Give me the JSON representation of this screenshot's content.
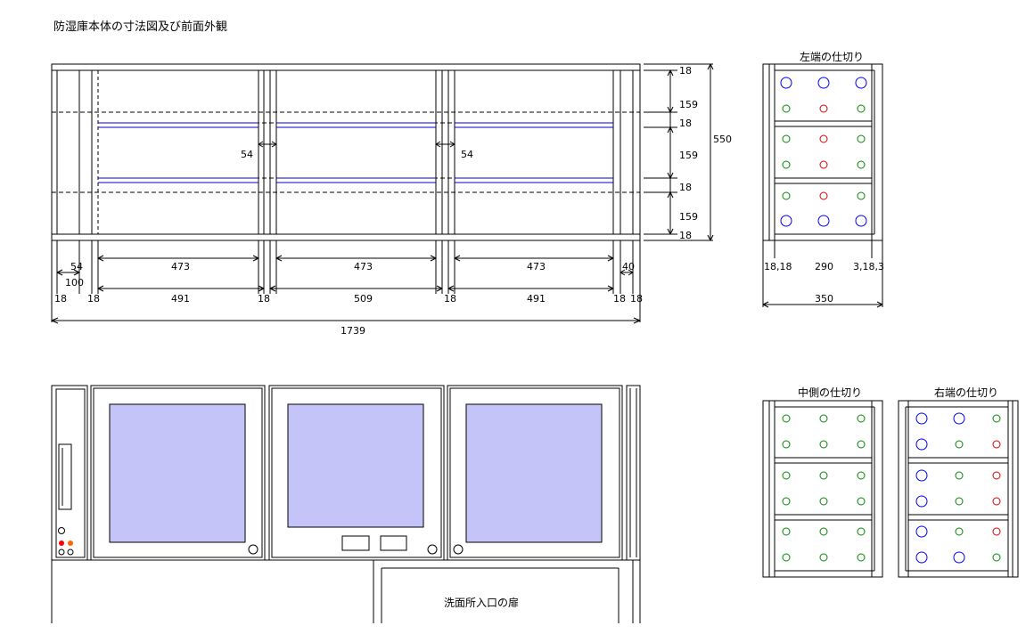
{
  "title": "防湿庫本体の寸法図及び前面外観",
  "panels": {
    "left_end": "左端の仕切り",
    "middle": "中側の仕切り",
    "right_end": "右端の仕切り"
  },
  "door_label": "洗面所入口の扉",
  "dimensions": {
    "d54_left": "54",
    "d54_right": "54",
    "r18_a": "18",
    "r159_a": "159",
    "r18_b": "18",
    "r159_b": "159",
    "r18_c": "18",
    "r159_c": "159",
    "r18_d": "18",
    "h550": "550",
    "b54": "54",
    "b100": "100",
    "w473_a": "473",
    "w473_b": "473",
    "w473_c": "473",
    "b40": "40",
    "f18_a": "18",
    "f18_b": "18",
    "w491_a": "491",
    "f18_c": "18",
    "w509": "509",
    "f18_d": "18",
    "w491_b": "491",
    "f18_e": "18",
    "f18_f": "18",
    "total1739": "1739",
    "s18_18": "18,18",
    "s290": "290",
    "s3_18_3": "3,18,3",
    "s350": "350"
  },
  "colors": {
    "line": "#000000",
    "shelf": "#0000cc",
    "glass": "#c4c4f8",
    "hole_large": "#0000ff",
    "hole_small_green": "#008800",
    "hole_small_red": "#dd0000",
    "led_red": "#ff0000",
    "led_orange": "#ff6600"
  }
}
